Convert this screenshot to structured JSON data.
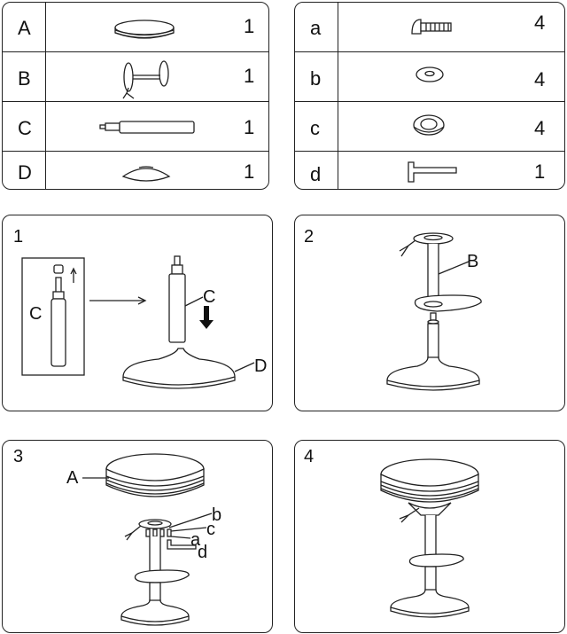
{
  "parts": [
    {
      "letter": "A",
      "icon": "seat-cushion-icon",
      "qty": "1"
    },
    {
      "letter": "B",
      "icon": "seat-plate-footrest-icon",
      "qty": "1"
    },
    {
      "letter": "C",
      "icon": "gas-cylinder-icon",
      "qty": "1"
    },
    {
      "letter": "D",
      "icon": "round-base-icon",
      "qty": "1"
    }
  ],
  "hardware": [
    {
      "letter": "a",
      "icon": "bolt-icon",
      "qty": "4"
    },
    {
      "letter": "b",
      "icon": "flat-washer-icon",
      "qty": "4"
    },
    {
      "letter": "c",
      "icon": "spring-washer-icon",
      "qty": "4"
    },
    {
      "letter": "d",
      "icon": "allen-key-icon",
      "qty": "1"
    }
  ],
  "steps": [
    {
      "number": "1",
      "callouts": {
        "inset": "C",
        "cylinder": "C",
        "base": "D"
      }
    },
    {
      "number": "2",
      "callouts": {
        "plate": "B"
      }
    },
    {
      "number": "3",
      "callouts": {
        "seat": "A",
        "flat_washer": "b",
        "spring_washer": "c",
        "bolt": "a",
        "key": "d"
      }
    },
    {
      "number": "4",
      "callouts": {}
    }
  ]
}
